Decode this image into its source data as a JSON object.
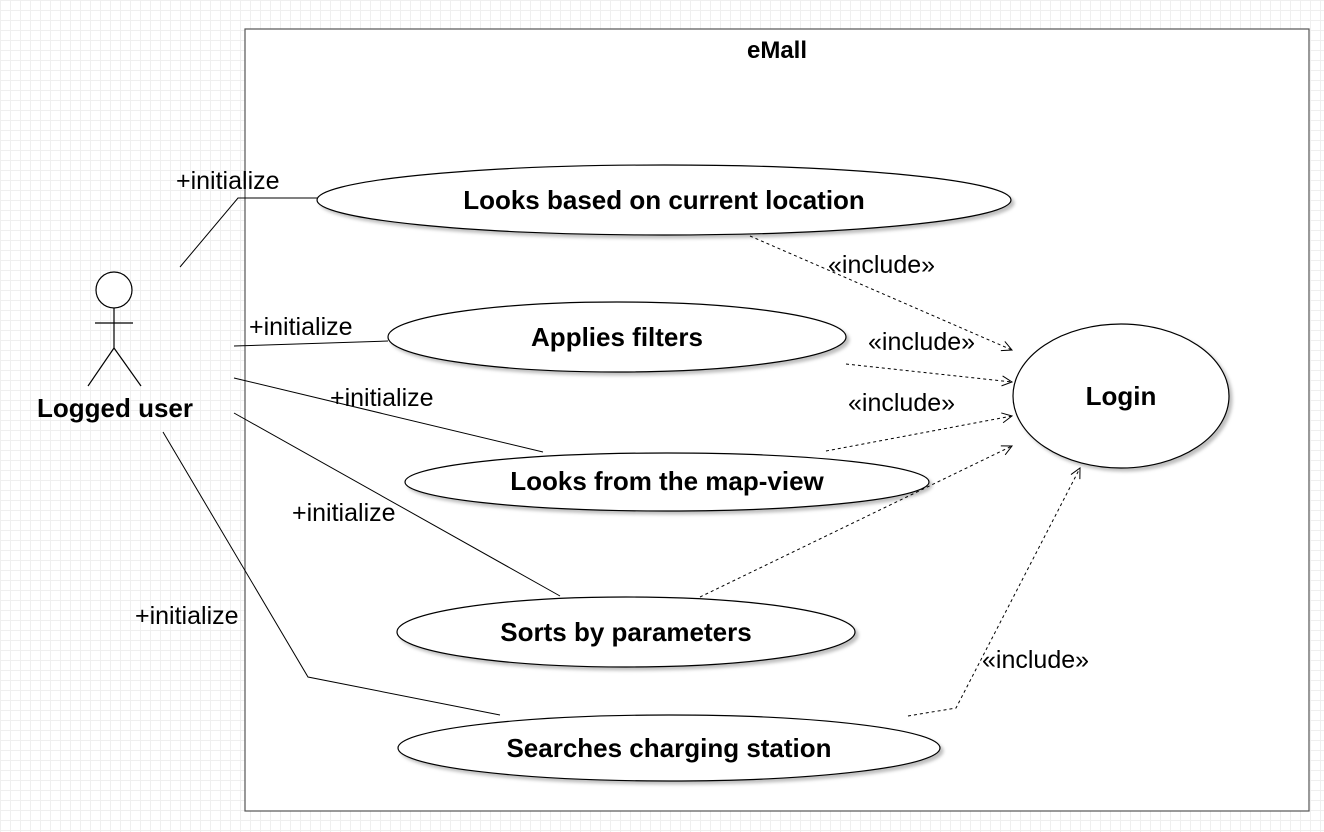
{
  "system": {
    "title": "eMall"
  },
  "actor": {
    "name": "Logged user"
  },
  "use_cases": [
    {
      "id": "uc1",
      "label": "Looks based on current location"
    },
    {
      "id": "uc2",
      "label": "Applies filters"
    },
    {
      "id": "uc3",
      "label": "Looks from the map-view"
    },
    {
      "id": "uc4",
      "label": "Sorts by parameters"
    },
    {
      "id": "uc5",
      "label": "Searches charging station"
    },
    {
      "id": "login",
      "label": "Login"
    }
  ],
  "associations": [
    {
      "from": "Logged user",
      "to": "Looks based on current location",
      "label": "+initialize"
    },
    {
      "from": "Logged user",
      "to": "Applies filters",
      "label": "+initialize"
    },
    {
      "from": "Logged user",
      "to": "Looks from the map-view",
      "label": "+initialize"
    },
    {
      "from": "Logged user",
      "to": "Sorts by parameters",
      "label": "+initialize"
    },
    {
      "from": "Logged user",
      "to": "Searches charging station",
      "label": "+initialize"
    }
  ],
  "includes": [
    {
      "from": "Looks based on current location",
      "to": "Login",
      "label": "«include»"
    },
    {
      "from": "Applies filters",
      "to": "Login",
      "label": "«include»"
    },
    {
      "from": "Looks from the map-view",
      "to": "Login",
      "label": "«include»"
    },
    {
      "from": "Sorts by parameters",
      "to": "Login",
      "label": ""
    },
    {
      "from": "Searches charging station",
      "to": "Login",
      "label": "«include»"
    }
  ]
}
